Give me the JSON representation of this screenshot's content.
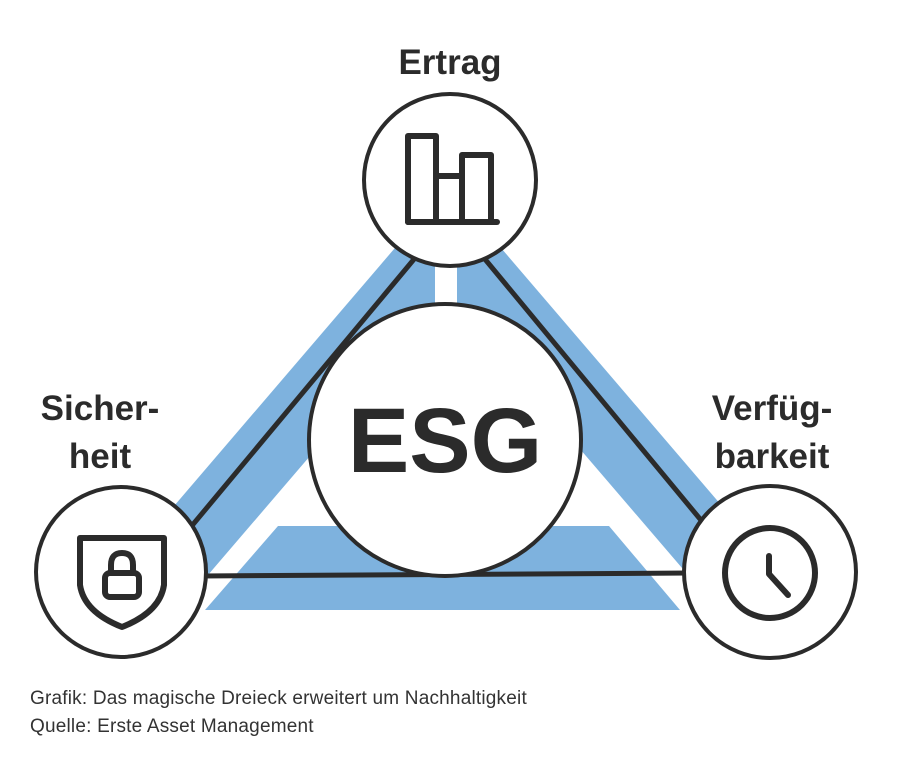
{
  "diagram": {
    "title": "Das magische Dreieck erweitert um Nachhaltigkeit",
    "center_label": "ESG",
    "nodes": [
      {
        "label_line1": "Ertrag",
        "icon": "bar-chart-icon"
      },
      {
        "label_line1": "Sicher-",
        "label_line2": "heit",
        "icon": "shield-lock-icon"
      },
      {
        "label_line1": "Verfüg-",
        "label_line2": "barkeit",
        "icon": "clock-icon"
      }
    ]
  },
  "caption": {
    "line1": "Grafik: Das magische Dreieck erweitert um Nachhaltigkeit",
    "line2": "Quelle: Erste Asset Management"
  },
  "colors": {
    "accent": "#7eb2de",
    "ink": "#2b2b2b"
  }
}
